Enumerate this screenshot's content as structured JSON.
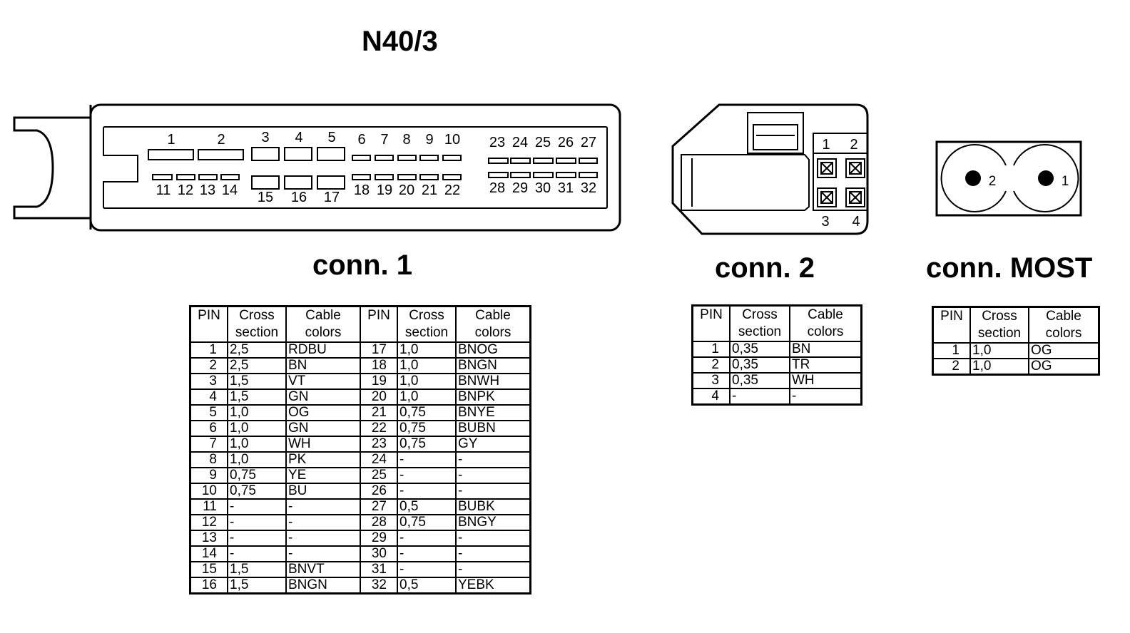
{
  "title": "N40/3",
  "connectors": {
    "conn1": {
      "label": "conn. 1",
      "pin_labels": [
        "1",
        "2",
        "3",
        "4",
        "5",
        "6",
        "7",
        "8",
        "9",
        "10",
        "11",
        "12",
        "13",
        "14",
        "15",
        "16",
        "17",
        "18",
        "19",
        "20",
        "21",
        "22",
        "23",
        "24",
        "25",
        "26",
        "27",
        "28",
        "29",
        "30",
        "31",
        "32"
      ]
    },
    "conn2": {
      "label": "conn. 2",
      "pin_labels": [
        "1",
        "2",
        "3",
        "4"
      ]
    },
    "most": {
      "label": "conn. MOST",
      "pin_labels": [
        "1",
        "2"
      ]
    }
  },
  "table_headers": {
    "pin": "PIN",
    "cross_section": [
      "Cross",
      "section"
    ],
    "cable_colors": [
      "Cable",
      "colors"
    ]
  },
  "tables": {
    "conn1_left": [
      [
        "1",
        "2,5",
        "RDBU"
      ],
      [
        "2",
        "2,5",
        "BN"
      ],
      [
        "3",
        "1,5",
        "VT"
      ],
      [
        "4",
        "1,5",
        "GN"
      ],
      [
        "5",
        "1,0",
        "OG"
      ],
      [
        "6",
        "1,0",
        "GN"
      ],
      [
        "7",
        "1,0",
        "WH"
      ],
      [
        "8",
        "1,0",
        "PK"
      ],
      [
        "9",
        "0,75",
        "YE"
      ],
      [
        "10",
        "0,75",
        "BU"
      ],
      [
        "11",
        "-",
        "-"
      ],
      [
        "12",
        "-",
        "-"
      ],
      [
        "13",
        "-",
        "-"
      ],
      [
        "14",
        "-",
        "-"
      ],
      [
        "15",
        "1,5",
        "BNVT"
      ],
      [
        "16",
        "1,5",
        "BNGN"
      ]
    ],
    "conn1_right": [
      [
        "17",
        "1,0",
        "BNOG"
      ],
      [
        "18",
        "1,0",
        "BNGN"
      ],
      [
        "19",
        "1,0",
        "BNWH"
      ],
      [
        "20",
        "1,0",
        "BNPK"
      ],
      [
        "21",
        "0,75",
        "BNYE"
      ],
      [
        "22",
        "0,75",
        "BUBN"
      ],
      [
        "23",
        "0,75",
        "GY"
      ],
      [
        "24",
        "-",
        "-"
      ],
      [
        "25",
        "-",
        "-"
      ],
      [
        "26",
        "-",
        "-"
      ],
      [
        "27",
        "0,5",
        "BUBK"
      ],
      [
        "28",
        "0,75",
        "BNGY"
      ],
      [
        "29",
        "-",
        "-"
      ],
      [
        "30",
        "-",
        "-"
      ],
      [
        "31",
        "-",
        "-"
      ],
      [
        "32",
        "0,5",
        "YEBK"
      ]
    ],
    "conn2": [
      [
        "1",
        "0,35",
        "BN"
      ],
      [
        "2",
        "0,35",
        "TR"
      ],
      [
        "3",
        "0,35",
        "WH"
      ],
      [
        "4",
        "-",
        "-"
      ]
    ],
    "most": [
      [
        "1",
        "1,0",
        "OG"
      ],
      [
        "2",
        "1,0",
        "OG"
      ]
    ]
  }
}
